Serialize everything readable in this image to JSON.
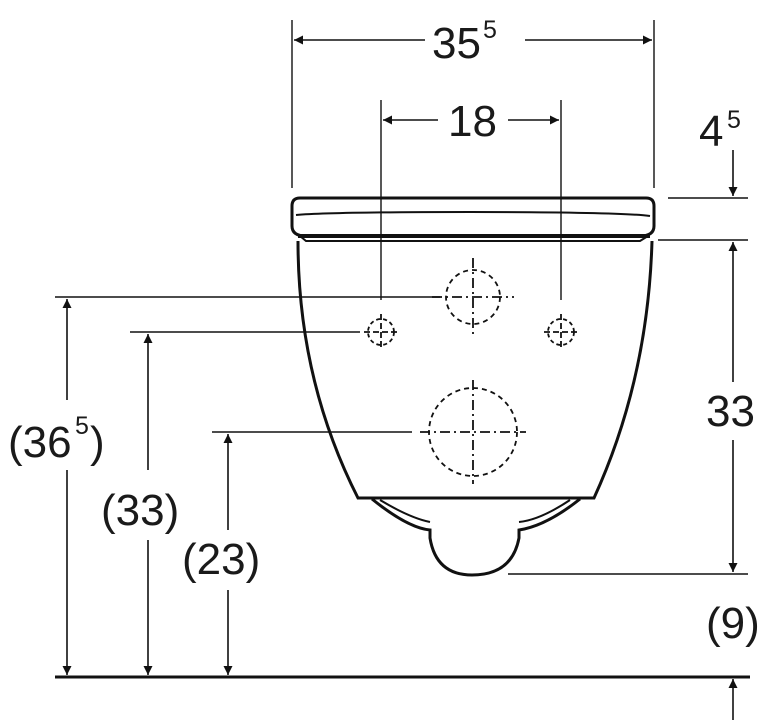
{
  "dimensions": {
    "total_width": {
      "main": "35",
      "sup": "5"
    },
    "fixing_spacing": {
      "main": "18"
    },
    "seat_thickness": {
      "main": "4",
      "sup": "5"
    },
    "bowl_height": {
      "main": "33"
    },
    "floor_gap": {
      "main": "(9)"
    },
    "upper_fixing_height": {
      "main": "(36",
      "sup": "5",
      "close": ")"
    },
    "lower_fixing_height": {
      "main": "(33)"
    },
    "drain_height": {
      "main": "(23)"
    }
  },
  "colors": {
    "line": "#111111",
    "background": "#ffffff"
  }
}
